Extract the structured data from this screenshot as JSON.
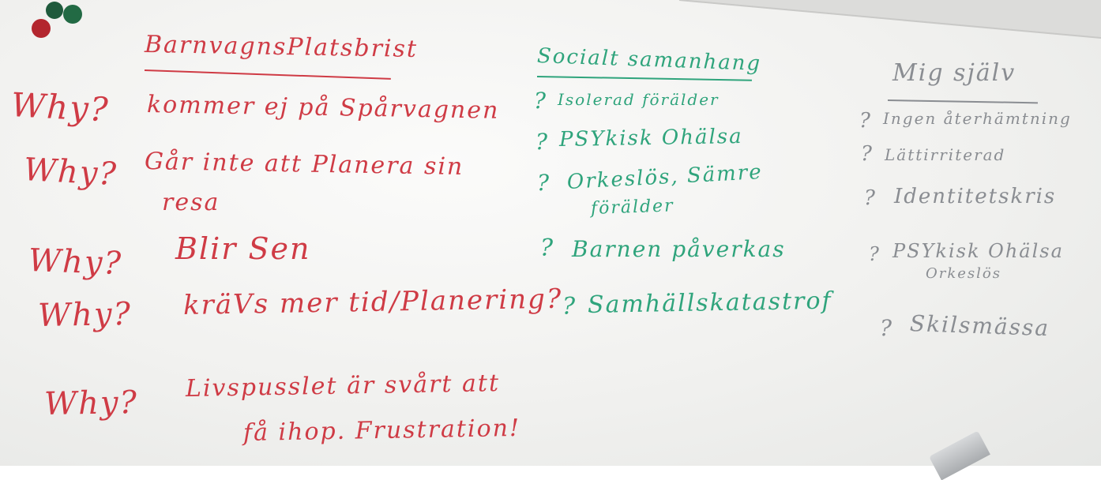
{
  "column1": {
    "title": "BarnvagnsPlatsbrist",
    "rows": [
      {
        "q": "Why?",
        "text": "kommer ej på Spårvagnen"
      },
      {
        "q": "Why?",
        "text": "Går inte att Planera sin",
        "text2": "resa"
      },
      {
        "q": "Why?",
        "text": "Blir Sen"
      },
      {
        "q": "Why?",
        "text": "kräVs mer tid/Planering?"
      },
      {
        "q": "Why?",
        "text": "Livspusslet är svårt att",
        "text2": "få ihop. Frustration!"
      }
    ]
  },
  "column2": {
    "title": "Socialt samanhang",
    "items": [
      {
        "q": "?",
        "text": "Isolerad förälder"
      },
      {
        "q": "?",
        "text": "PSYkisk Ohälsa"
      },
      {
        "q": "?",
        "text": "Orkeslös, Sämre",
        "text2": "förälder"
      },
      {
        "q": "?",
        "text": "Barnen påverkas"
      },
      {
        "q": "?",
        "text": "Samhällskatastrof"
      }
    ]
  },
  "column3": {
    "title": "Mig själv",
    "items": [
      {
        "q": "?",
        "text": "Ingen återhämtning"
      },
      {
        "q": "?",
        "text": "Lättirriterad"
      },
      {
        "q": "?",
        "text": "Identitetskris"
      },
      {
        "q": "?",
        "text": "PSYkisk Ohälsa",
        "text2": "Orkeslös"
      },
      {
        "q": "?",
        "text": "Skilsmässa"
      }
    ]
  },
  "colors": {
    "red": "#cf3b45",
    "green": "#2fa47c",
    "gray": "#8a8d92"
  }
}
